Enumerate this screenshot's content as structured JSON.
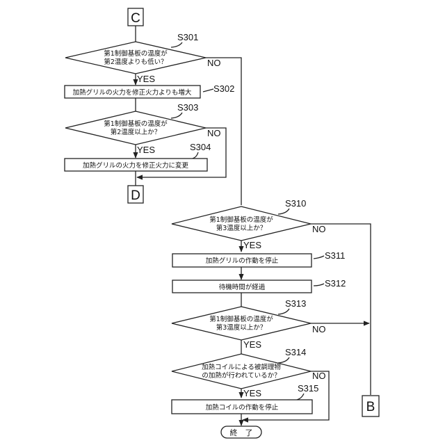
{
  "connectors": {
    "top_in": "C",
    "out_d": "D",
    "out_b": "B"
  },
  "end_label": "終　了",
  "answers": {
    "yes": "YES",
    "no": "NO"
  },
  "steps": {
    "s301": {
      "id": "S301",
      "text1": "第1制御基板の温度が",
      "text2": "第2温度よりも低い？"
    },
    "s302": {
      "id": "S302",
      "text": "加熱グリルの火力を修正火力よりも増大"
    },
    "s303": {
      "id": "S303",
      "text1": "第1制御基板の温度が",
      "text2": "第2温度以上か？"
    },
    "s304": {
      "id": "S304",
      "text": "加熱グリルの火力を修正火力に変更"
    },
    "s310": {
      "id": "S310",
      "text1": "第1制御基板の温度が",
      "text2": "第3温度以上か？"
    },
    "s311": {
      "id": "S311",
      "text": "加熱グリルの作動を停止"
    },
    "s312": {
      "id": "S312",
      "text": "待機時間が経過"
    },
    "s313": {
      "id": "S313",
      "text1": "第1制御基板の温度が",
      "text2": "第3温度以上か？"
    },
    "s314": {
      "id": "S314",
      "text1": "加熱コイルによる被調理物",
      "text2": "の加熱が行われているか？"
    },
    "s315": {
      "id": "S315",
      "text": "加熱コイルの作動を停止"
    }
  }
}
